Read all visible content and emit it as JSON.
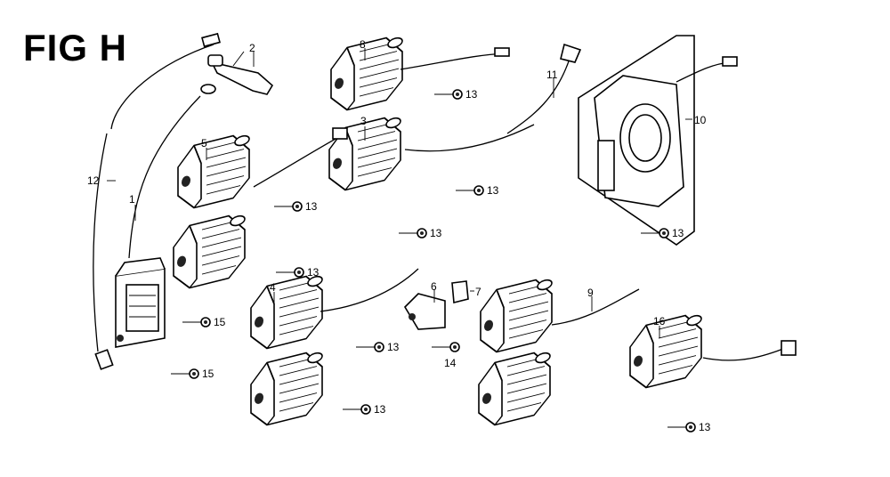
{
  "figure": {
    "title": "FIG H"
  },
  "callouts": {
    "c1": "1",
    "c2": "2",
    "c3": "3",
    "c4": "4",
    "c5": "5",
    "c6": "6",
    "c7": "7",
    "c8": "8",
    "c9": "9",
    "c10": "10",
    "c11": "11",
    "c12": "12",
    "c13a": "13",
    "c13b": "13",
    "c13c": "13",
    "c13d": "13",
    "c13e": "13",
    "c13f": "13",
    "c13g": "13",
    "c13h": "13",
    "c13i": "13",
    "c14": "14",
    "c15a": "15",
    "c15b": "15",
    "c16": "16"
  }
}
